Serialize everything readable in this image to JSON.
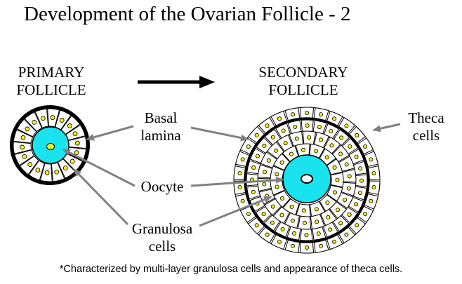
{
  "title": "Development of the Ovarian Follicle - 2",
  "stages": {
    "primary": {
      "line1": "PRIMARY",
      "line2": "FOLLICLE"
    },
    "secondary": {
      "line1": "SECONDARY",
      "line2": "FOLLICLE"
    }
  },
  "labels": {
    "basal_lamina": {
      "line1": "Basal",
      "line2": "lamina"
    },
    "theca": {
      "line1": "Theca",
      "line2": "cells"
    },
    "oocyte": "Oocyte",
    "granulosa": {
      "line1": "Granulosa",
      "line2": "cells"
    }
  },
  "footnote": "*Characterized by multi-layer granulosa cells and appearance of theca cells.",
  "colors": {
    "oocyte": "#19e3ee",
    "nucleus": "#f5f11a",
    "arrow": "#808080",
    "outline": "#000000"
  }
}
